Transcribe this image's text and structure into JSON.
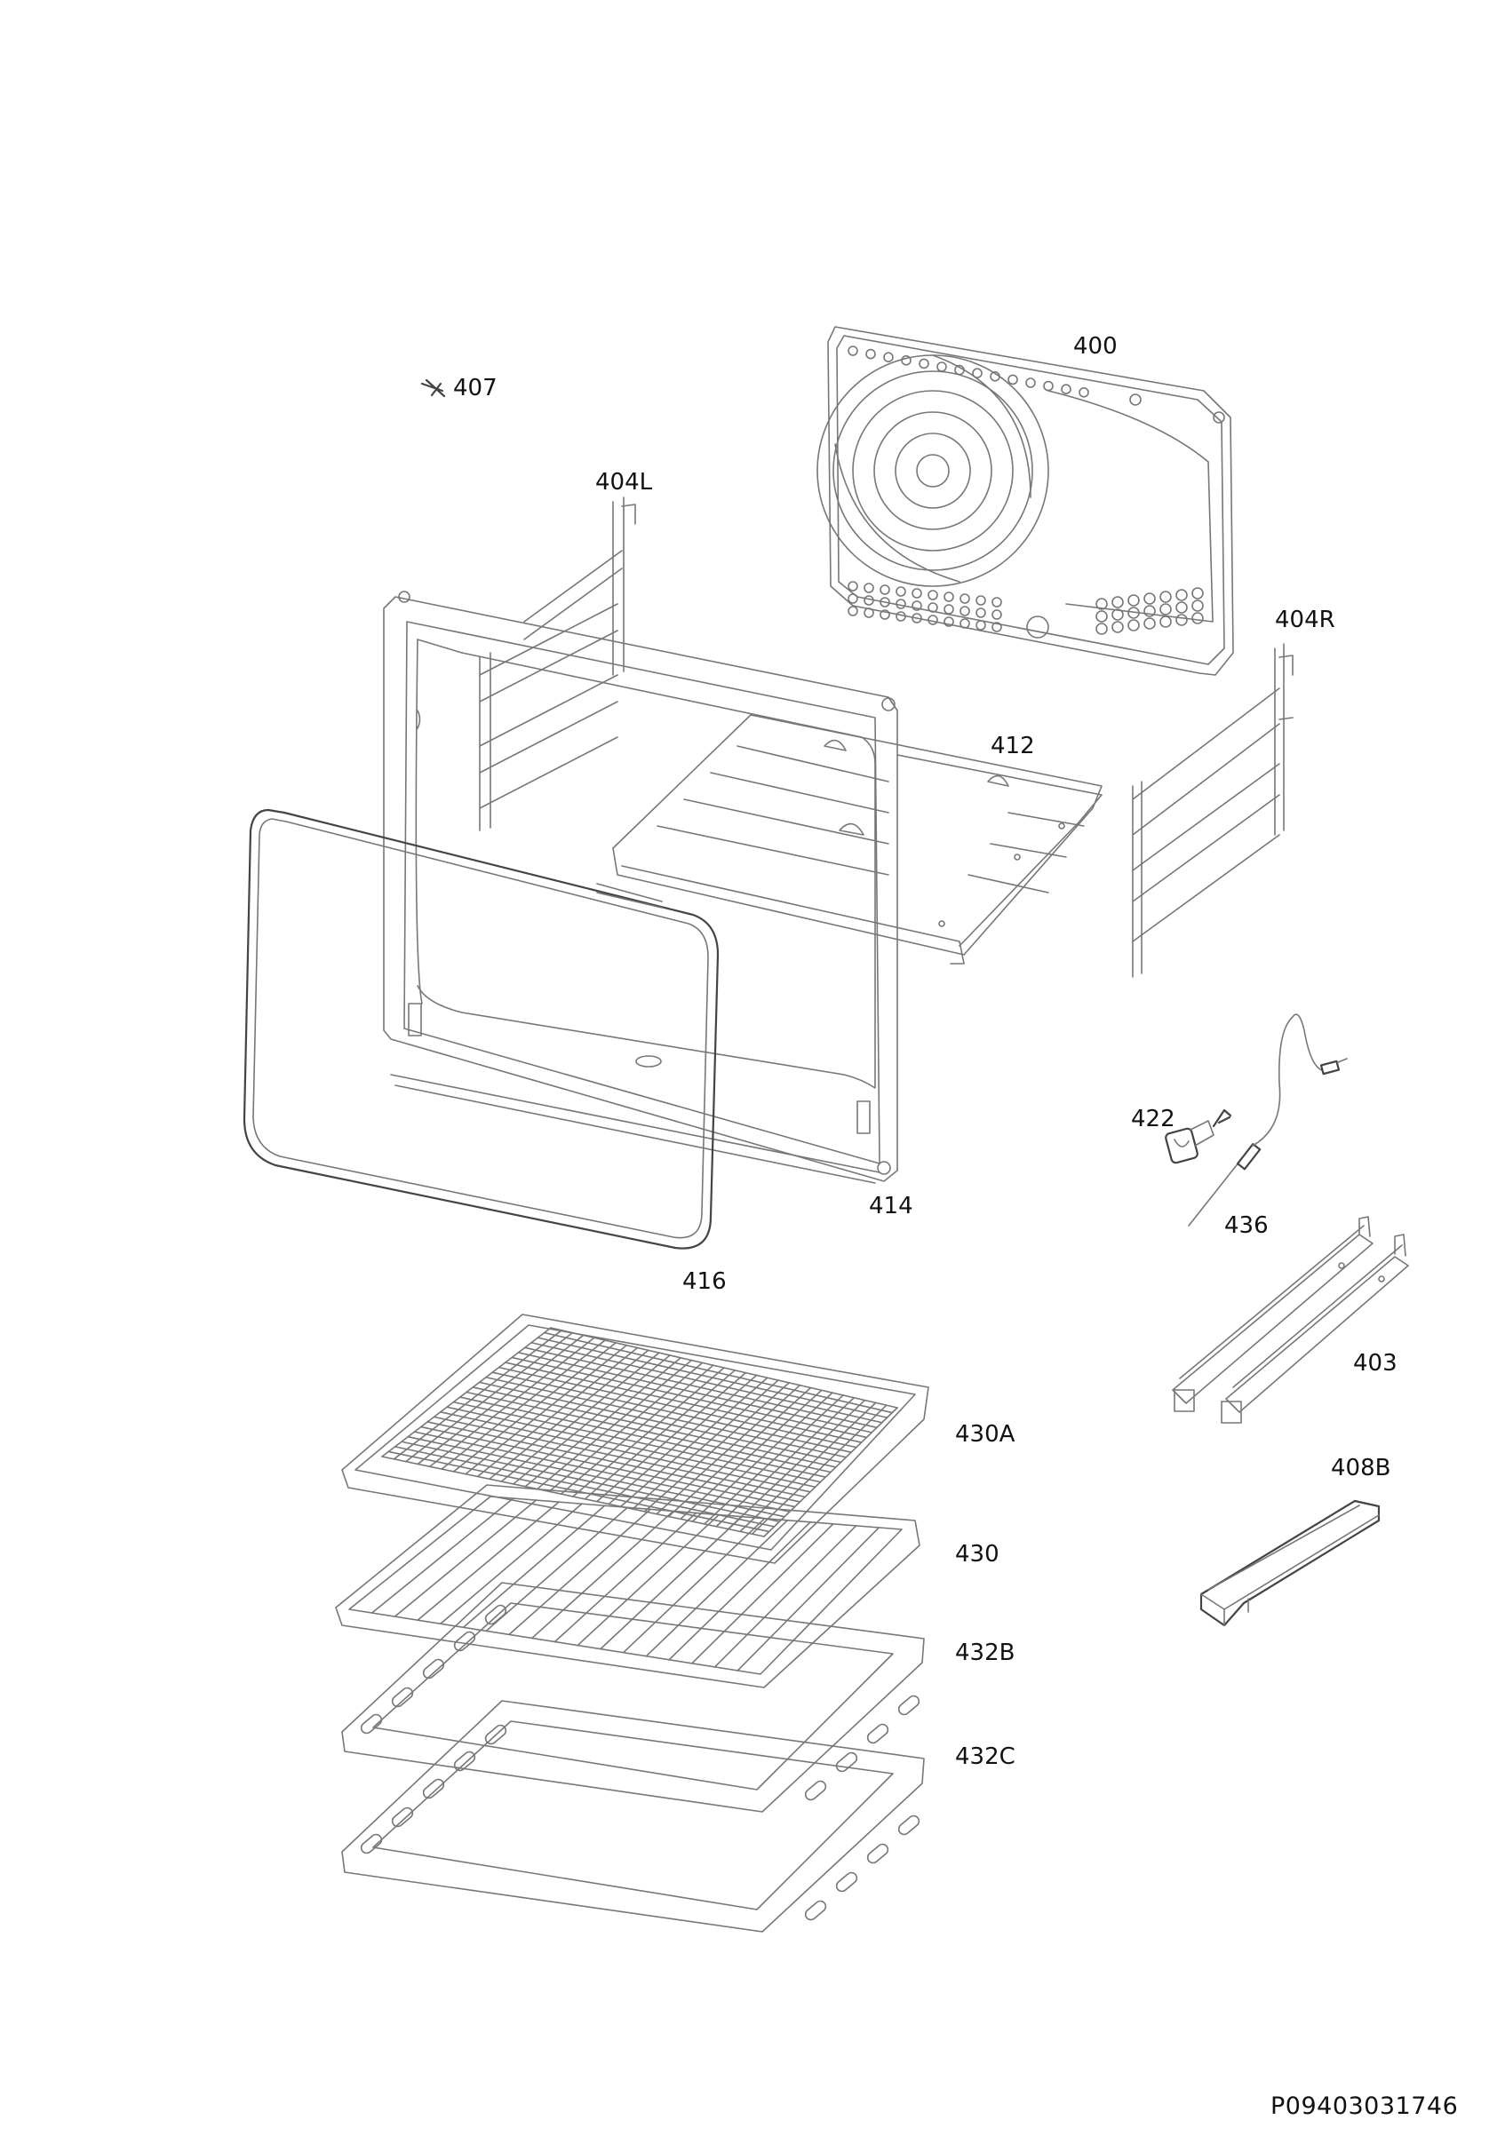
{
  "labels": {
    "p400": "400",
    "p407": "407",
    "p404L": "404L",
    "p404R": "404R",
    "p412": "412",
    "p414": "414",
    "p416": "416",
    "p422": "422",
    "p436": "436",
    "p403": "403",
    "p408B": "408B",
    "p430A": "430A",
    "p430": "430",
    "p432B": "432B",
    "p432C": "432C"
  },
  "document_number": "P09403031746",
  "colors": {
    "line": "#777777",
    "dark_line": "#444444",
    "text": "#111111",
    "background": "#ffffff"
  }
}
